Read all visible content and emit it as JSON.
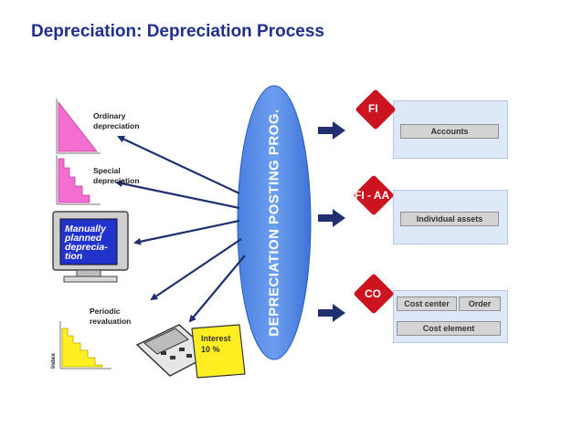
{
  "title": "Depreciation: Depreciation Process",
  "center_label": "DEPRECIATION POSTING PROG.",
  "left_items": {
    "ordinary": "Ordinary depreciation",
    "special": "Special depreciation",
    "manual": "Manually planned deprecia-tion",
    "periodic": "Periodic revaluation",
    "index_axis": "Index",
    "interest": "Interest",
    "interest_value": "10 %"
  },
  "targets": {
    "fi": {
      "badge": "FI",
      "field": "Accounts"
    },
    "fiaa": {
      "badge": "FI - AA",
      "field": "Individual assets"
    },
    "co": {
      "badge": "CO",
      "cost_center": "Cost center",
      "order": "Order",
      "cost_element": "Cost element"
    }
  },
  "colors": {
    "title": "#1f2f8f",
    "ellipse": "#5a8fe6",
    "badge": "#cc1420",
    "panel": "#dde8f8",
    "arrow": "#1f2f6f",
    "chart_fill": "#f26fd0",
    "yellow_bars": "#ffee22"
  }
}
